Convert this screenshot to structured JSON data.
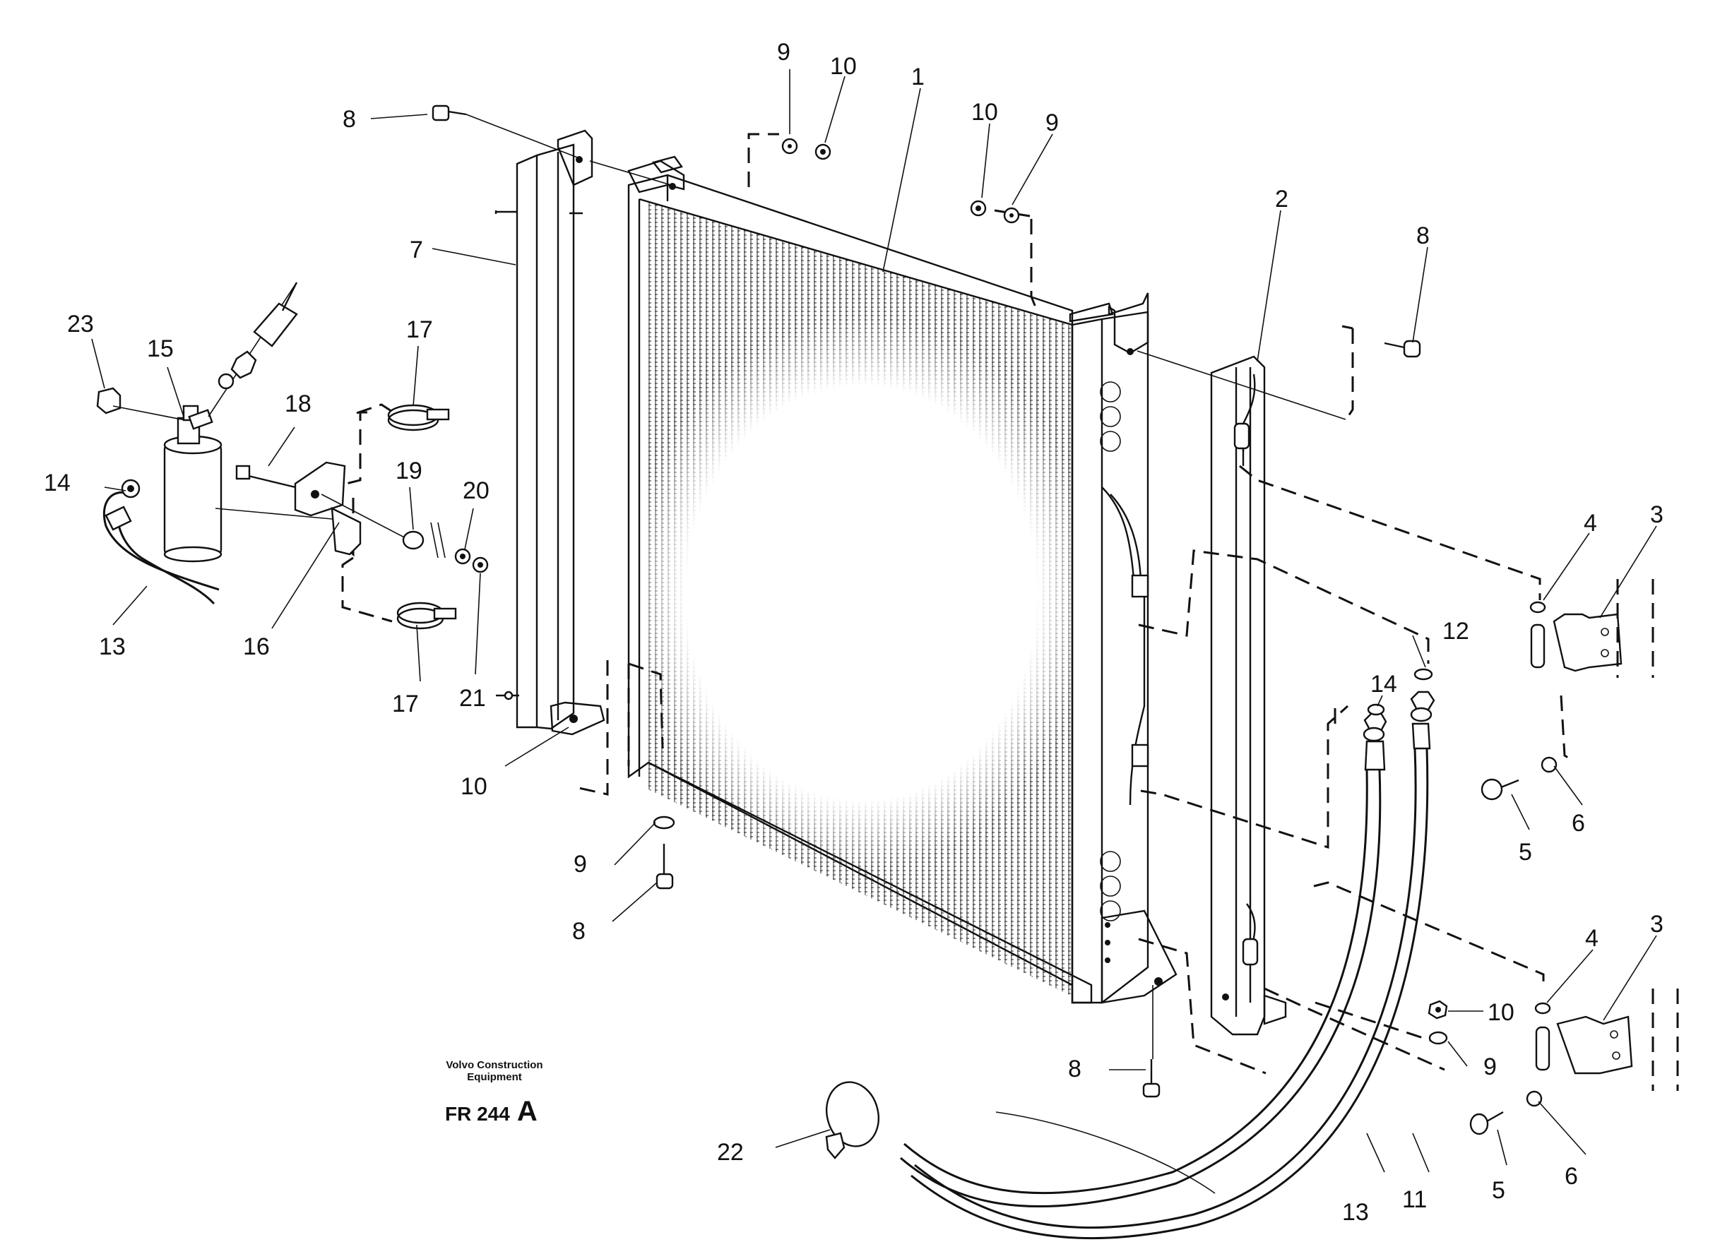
{
  "branding": {
    "line1": "Volvo Construction",
    "line2": "Equipment"
  },
  "drawing": {
    "code": "FR 244",
    "revision": "A"
  },
  "callouts": [
    {
      "id": "c1",
      "text": "1"
    },
    {
      "id": "c2",
      "text": "2"
    },
    {
      "id": "c3a",
      "text": "3"
    },
    {
      "id": "c3b",
      "text": "3"
    },
    {
      "id": "c4a",
      "text": "4"
    },
    {
      "id": "c4b",
      "text": "4"
    },
    {
      "id": "c5a",
      "text": "5"
    },
    {
      "id": "c5b",
      "text": "5"
    },
    {
      "id": "c6a",
      "text": "6"
    },
    {
      "id": "c6b",
      "text": "6"
    },
    {
      "id": "c7",
      "text": "7"
    },
    {
      "id": "c8a",
      "text": "8"
    },
    {
      "id": "c8b",
      "text": "8"
    },
    {
      "id": "c8c",
      "text": "8"
    },
    {
      "id": "c8d",
      "text": "8"
    },
    {
      "id": "c9a",
      "text": "9"
    },
    {
      "id": "c9b",
      "text": "9"
    },
    {
      "id": "c9c",
      "text": "9"
    },
    {
      "id": "c9d",
      "text": "9"
    },
    {
      "id": "c10a",
      "text": "10"
    },
    {
      "id": "c10b",
      "text": "10"
    },
    {
      "id": "c10c",
      "text": "10"
    },
    {
      "id": "c10d",
      "text": "10"
    },
    {
      "id": "c11",
      "text": "11"
    },
    {
      "id": "c12",
      "text": "12"
    },
    {
      "id": "c13a",
      "text": "13"
    },
    {
      "id": "c13b",
      "text": "13"
    },
    {
      "id": "c14a",
      "text": "14"
    },
    {
      "id": "c14b",
      "text": "14"
    },
    {
      "id": "c15",
      "text": "15"
    },
    {
      "id": "c16",
      "text": "16"
    },
    {
      "id": "c17a",
      "text": "17"
    },
    {
      "id": "c17b",
      "text": "17"
    },
    {
      "id": "c18",
      "text": "18"
    },
    {
      "id": "c19",
      "text": "19"
    },
    {
      "id": "c20",
      "text": "20"
    },
    {
      "id": "c21",
      "text": "21"
    },
    {
      "id": "c22",
      "text": "22"
    },
    {
      "id": "c23",
      "text": "23"
    }
  ]
}
